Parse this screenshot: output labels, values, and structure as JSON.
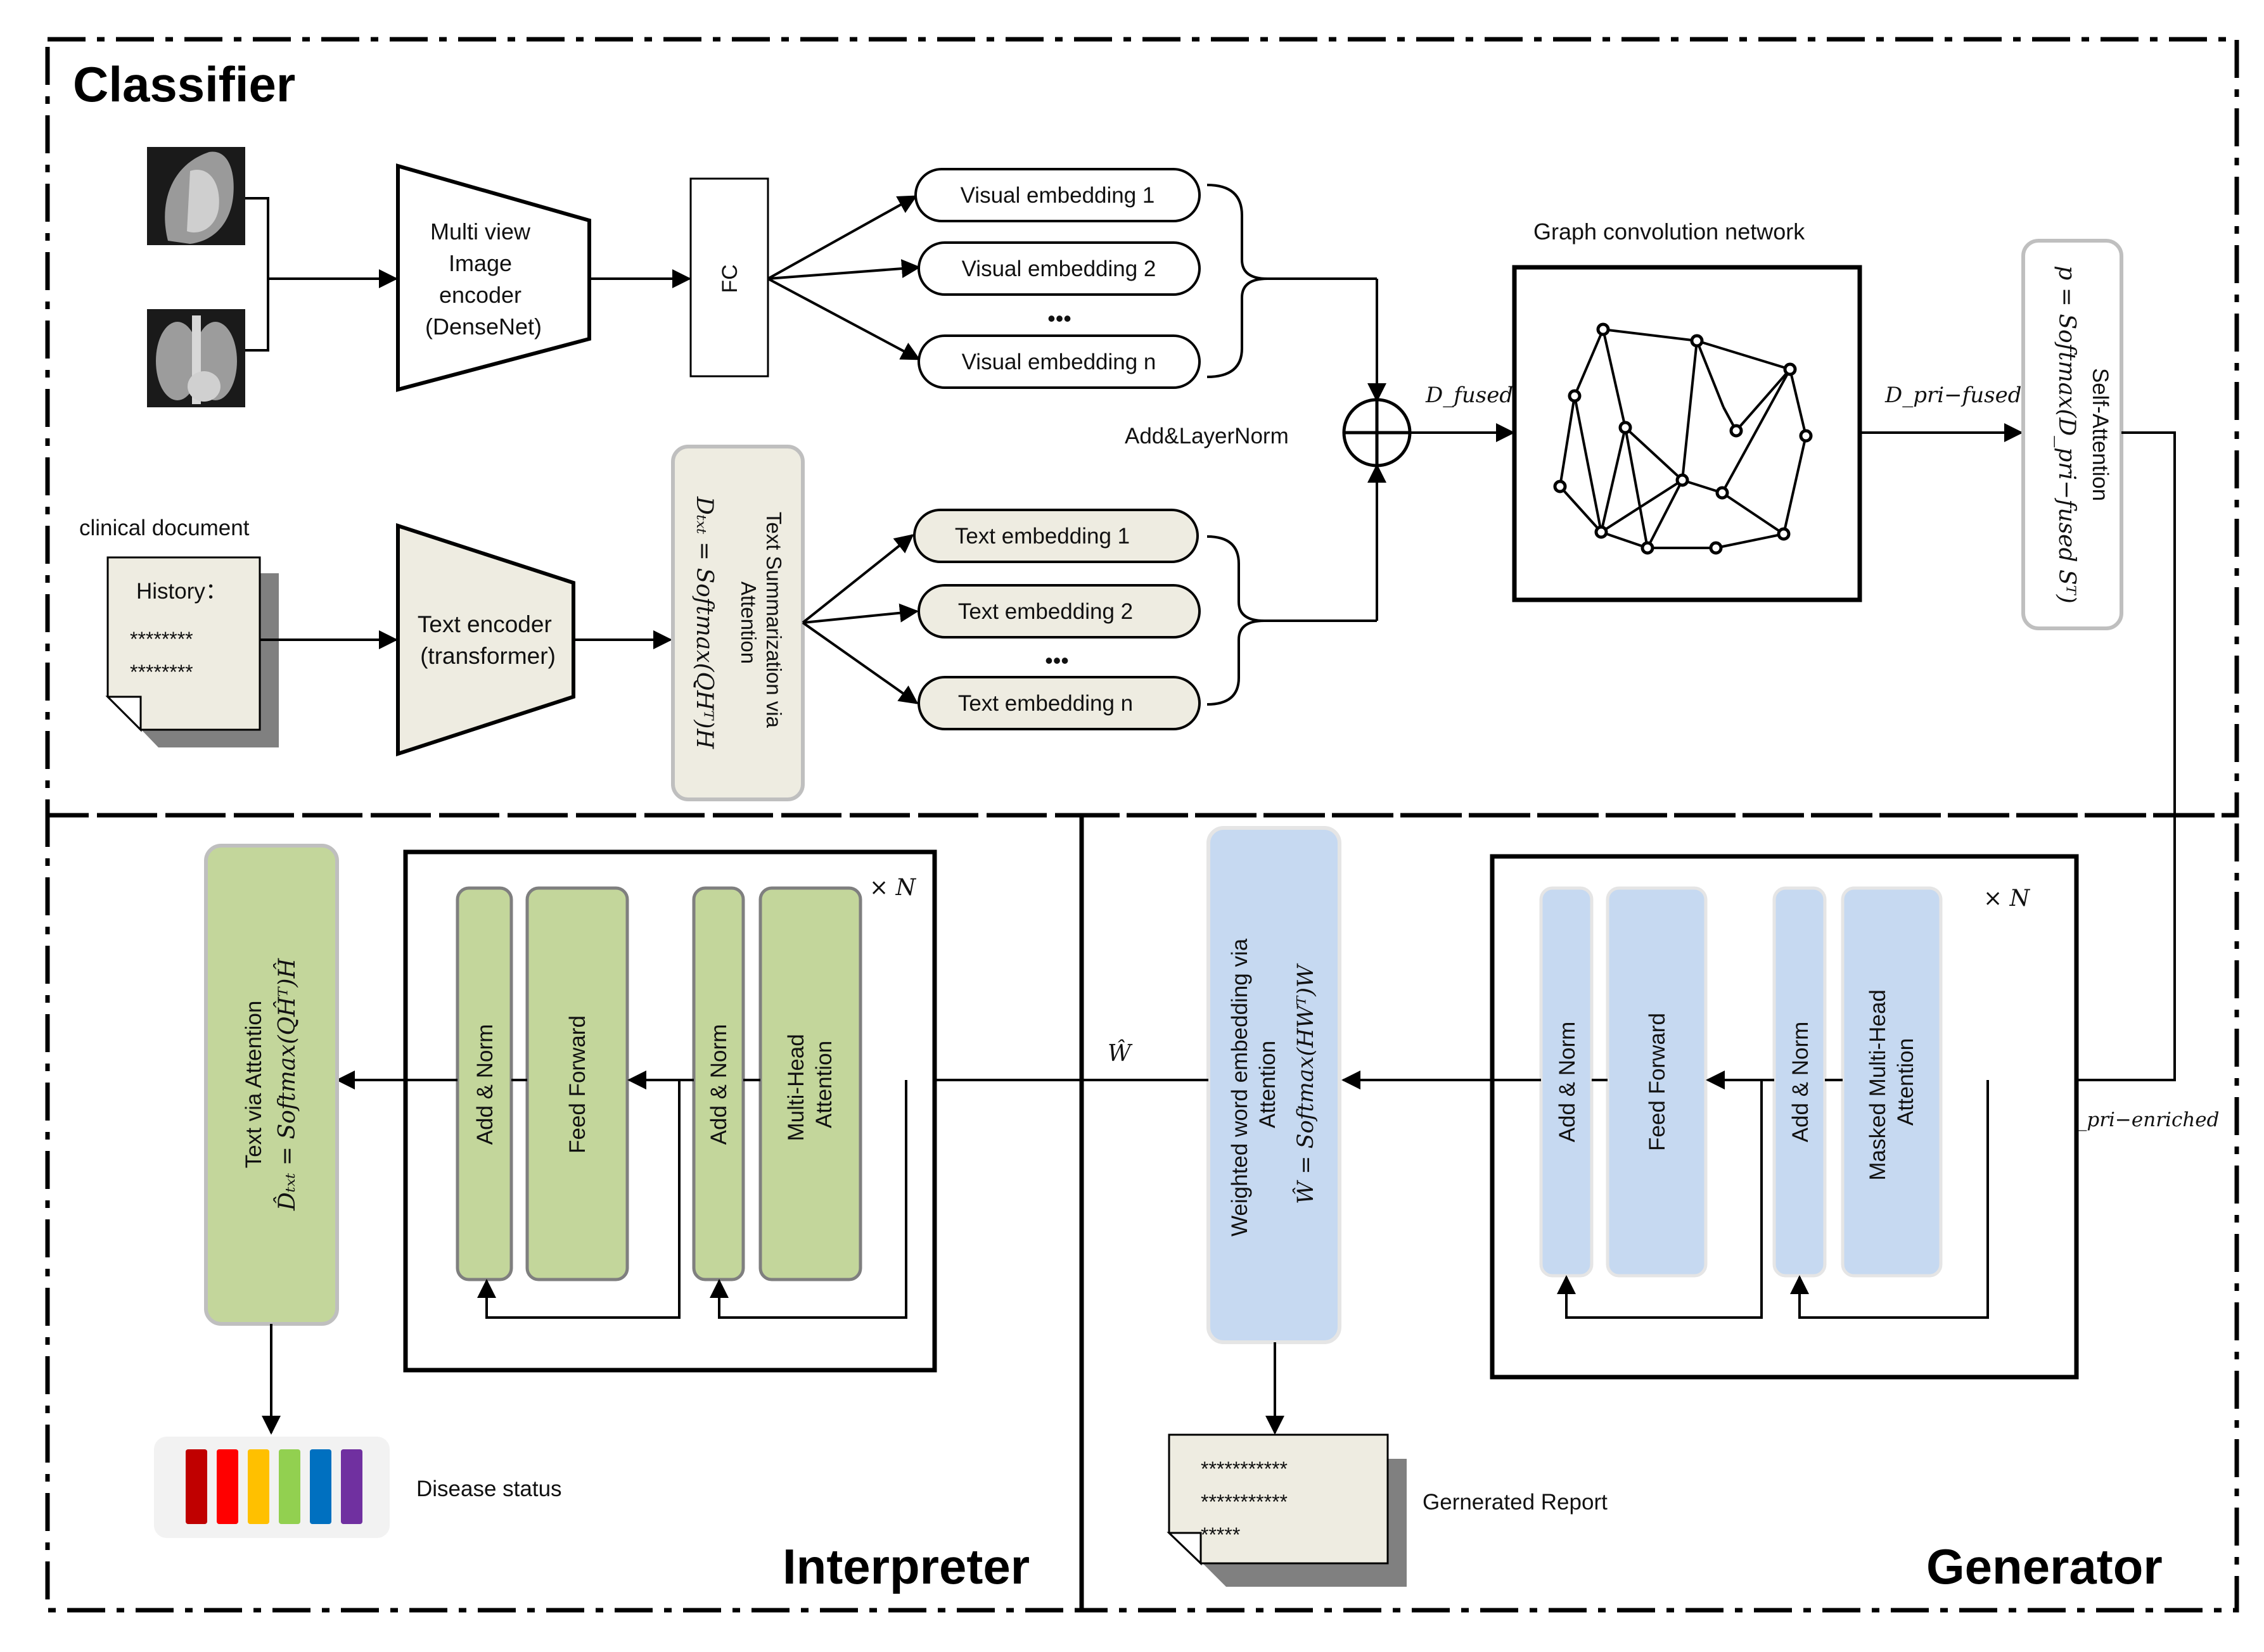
{
  "sections": {
    "classifier": "Classifier",
    "interpreter": "Interpreter",
    "generator": "Generator"
  },
  "classifier": {
    "image_encoder": [
      "Multi view",
      "Image",
      "encoder",
      "(DenseNet)"
    ],
    "fc": "FC",
    "visual_embeddings": [
      "Visual embedding 1",
      "Visual embedding 2",
      "Visual embedding n"
    ],
    "ellipsis": "•••",
    "clinical_document_label": "clinical document",
    "history_title": "History：",
    "history_lines": [
      "********",
      "********"
    ],
    "text_encoder": [
      "Text encoder",
      "(transformer)"
    ],
    "text_summarization": [
      "Text Summarization via",
      "Attention"
    ],
    "text_summarization_formula": "Dₜₓₜ = Softmax(QHᵀ)H",
    "text_embeddings": [
      "Text embedding 1",
      "Text embedding 2",
      "Text embedding n"
    ],
    "add_layernorm": "Add&LayerNorm",
    "d_fused": "D_fused",
    "gcn_label": "Graph convolution network",
    "d_pri_fused": "D_pri−fused",
    "self_attention": "Self-Attention",
    "self_attention_formula": "p = Softmax(D_pri−fused Sᵀ)"
  },
  "interpreter": {
    "text_via_attention": "Text via Attention",
    "text_via_attention_formula": "D̂ₜₓₜ = Softmax(QĤᵀ)Ĥ",
    "add_norm_1": "Add & Norm",
    "feed_forward": "Feed Forward",
    "add_norm_2": "Add & Norm",
    "multi_head": [
      "Multi-Head",
      "Attention"
    ],
    "repeat": "× N",
    "disease_status": "Disease status",
    "status_colors": [
      "#c00000",
      "#ff0000",
      "#ffc000",
      "#92d050",
      "#0070c0",
      "#7030a0"
    ]
  },
  "generator": {
    "w_hat": "Ŵ",
    "weighted_word": [
      "Weighted word embedding via",
      "Attention"
    ],
    "weighted_word_formula": "Ŵ = Softmax(HWᵀ)W",
    "add_norm_1": "Add & Norm",
    "feed_forward": "Feed Forward",
    "add_norm_2": "Add & Norm",
    "masked_multi_head": [
      "Masked Multi-Head",
      "Attention"
    ],
    "repeat": "× N",
    "d_pri_enriched": "D_pri−enriched",
    "report_lines": [
      "***********",
      "***********",
      "*****"
    ],
    "generated_report": "Gernerated Report"
  },
  "colors": {
    "beige": "#eeece1",
    "green": "#c3d69b",
    "blue": "#c6d9f1",
    "grey_border": "#bfbfbf"
  }
}
